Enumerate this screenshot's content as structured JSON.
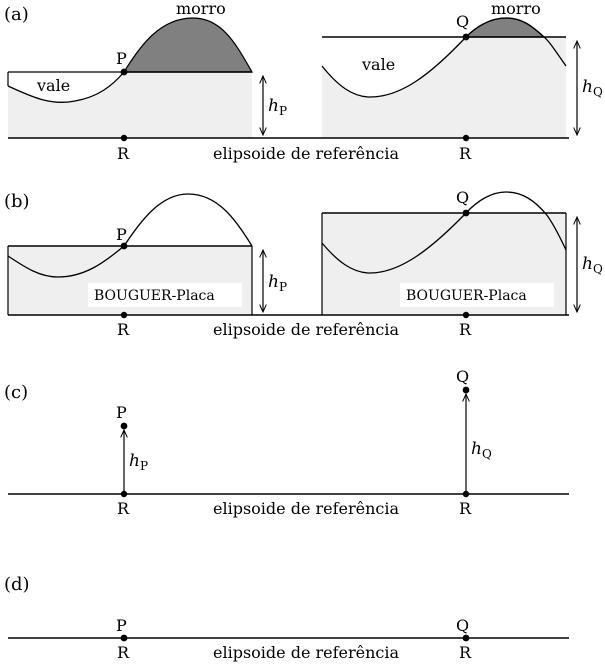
{
  "panels": {
    "a": {
      "label": "(a)"
    },
    "b": {
      "label": "(b)"
    },
    "c": {
      "label": "(c)"
    },
    "d": {
      "label": "(d)"
    }
  },
  "terms": {
    "morro": "morro",
    "vale": "vale",
    "ellipsoid": "elipsoide de referência",
    "bouguer": "BOUGUER-Placa"
  },
  "points": {
    "P": "P",
    "Q": "Q",
    "R": "R"
  },
  "heights": {
    "h": "h",
    "P": "P",
    "Q": "Q"
  }
}
